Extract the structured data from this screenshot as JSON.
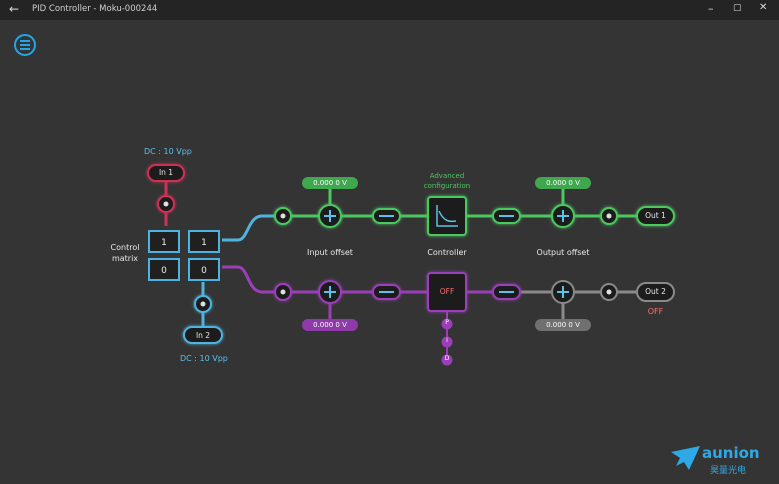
{
  "titlebar": {
    "title": "PID Controller - Moku-000244",
    "back_icon": "←",
    "minimize_icon": "–",
    "maximize_icon": "▢",
    "close_icon": "✕"
  },
  "inputs": {
    "in1": {
      "label": "In 1",
      "coupling": "DC : 10 Vpp"
    },
    "in2": {
      "label": "In 2",
      "coupling": "DC : 10 Vpp"
    }
  },
  "matrix": {
    "label_line1": "Control",
    "label_line2": "matrix",
    "cells": [
      "1",
      "1",
      "0",
      "0"
    ]
  },
  "channel1": {
    "input_offset_value": "0.000 0  V",
    "input_offset_label": "Input offset",
    "controller_advanced_line1": "Advanced",
    "controller_advanced_line2": "configuration",
    "controller_label": "Controller",
    "output_offset_value": "0.000 0  V",
    "output_offset_label": "Output offset",
    "output_label": "Out 1"
  },
  "channel2": {
    "input_offset_value": "0.000 0  V",
    "controller_state": "OFF",
    "pid_buttons": [
      "P",
      "I",
      "D"
    ],
    "output_offset_value": "0.000 0  V",
    "output_label": "Out 2",
    "output_state": "OFF"
  },
  "logo": {
    "brand": "aunion",
    "subtitle": "昊量光电"
  },
  "colors": {
    "green": "#4cc860",
    "purple": "#9b3fb8",
    "blue": "#4fb3df",
    "red": "#cc3355",
    "grey": "#8a8a8a"
  }
}
